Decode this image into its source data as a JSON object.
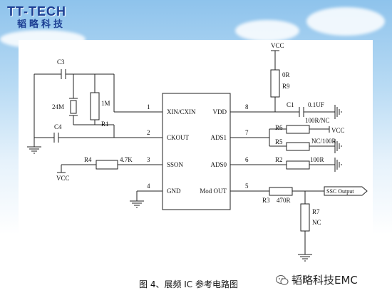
{
  "brand": {
    "name_en": "TT-TECH",
    "name_cn": "韬略科技"
  },
  "caption": "图 4、展频 IC 参考电路图",
  "watermark": "韬略科技EMC",
  "chip": {
    "pins_left": [
      {
        "num": "1",
        "name": "XIN/CXIN"
      },
      {
        "num": "2",
        "name": "CKOUT"
      },
      {
        "num": "3",
        "name": "SSON"
      },
      {
        "num": "4",
        "name": "GND"
      }
    ],
    "pins_right": [
      {
        "num": "8",
        "name": "VDD"
      },
      {
        "num": "7",
        "name": "ADS1"
      },
      {
        "num": "6",
        "name": "ADS0"
      },
      {
        "num": "5",
        "name": "Mod OUT"
      }
    ]
  },
  "labels": {
    "c3": "C3",
    "c4": "C4",
    "xtal": "24M",
    "r1_val": "1M",
    "r1": "R1",
    "r4": "R4",
    "r4_val": "4.7K",
    "vcc_left": "VCC",
    "vcc_top": "VCC",
    "r9_val": "0R",
    "r9": "R9",
    "c1": "C1",
    "c1_val": "0.1UF",
    "r6": "R6",
    "r6_val": "100R/NC",
    "vcc_right": "VCC",
    "r5": "R5",
    "r5_val": "NC/100R",
    "r2": "R2",
    "r2_val": "100R",
    "r3": "R3",
    "r3_val": "470R",
    "ssc": "SSC Output",
    "r7": "R7",
    "r7_val": "NC"
  }
}
